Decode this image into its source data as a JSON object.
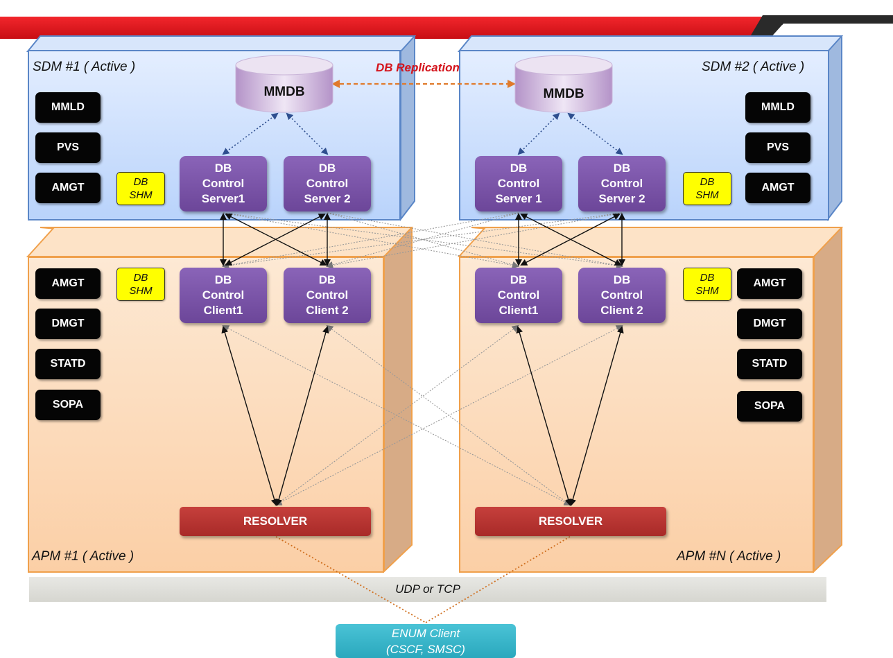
{
  "colors": {
    "topbar_red": "#e3141c",
    "sdm_fill": "#c7dbfb",
    "apm_fill": "#fcd9b6",
    "purple": "#7a52a8",
    "resolver": "#b3302d",
    "enum": "#36b4c9",
    "shm": "#ffff00",
    "replication_arrow": "#e07a2b",
    "link_dotted": "#d07020"
  },
  "sdm1": {
    "title": "SDM #1 ( Active )",
    "mmdb": "MMDB",
    "processes": [
      "MMLD",
      "PVS",
      "AMGT"
    ],
    "shm": [
      "DB",
      "SHM"
    ],
    "servers": [
      {
        "l1": "DB",
        "l2": "Control",
        "l3": "Server1"
      },
      {
        "l1": "DB",
        "l2": "Control",
        "l3": "Server 2"
      }
    ]
  },
  "sdm2": {
    "title": "SDM #2 ( Active )",
    "mmdb": "MMDB",
    "processes": [
      "MMLD",
      "PVS",
      "AMGT"
    ],
    "shm": [
      "DB",
      "SHM"
    ],
    "servers": [
      {
        "l1": "DB",
        "l2": "Control",
        "l3": "Server 1"
      },
      {
        "l1": "DB",
        "l2": "Control",
        "l3": "Server 2"
      }
    ]
  },
  "replication_label": "DB Replication",
  "apm1": {
    "title": "APM #1 ( Active )",
    "processes": [
      "AMGT",
      "DMGT",
      "STATD",
      "SOPA"
    ],
    "shm": [
      "DB",
      "SHM"
    ],
    "clients": [
      {
        "l1": "DB",
        "l2": "Control",
        "l3": "Client1"
      },
      {
        "l1": "DB",
        "l2": "Control",
        "l3": "Client 2"
      }
    ],
    "resolver": "RESOLVER"
  },
  "apmN": {
    "title": "APM #N ( Active )",
    "processes": [
      "AMGT",
      "DMGT",
      "STATD",
      "SOPA"
    ],
    "shm": [
      "DB",
      "SHM"
    ],
    "clients": [
      {
        "l1": "DB",
        "l2": "Control",
        "l3": "Client1"
      },
      {
        "l1": "DB",
        "l2": "Control",
        "l3": "Client 2"
      }
    ],
    "resolver": "RESOLVER"
  },
  "transport_label": "UDP or TCP",
  "enum_client": {
    "l1": "ENUM Client",
    "l2": "(CSCF, SMSC)"
  }
}
